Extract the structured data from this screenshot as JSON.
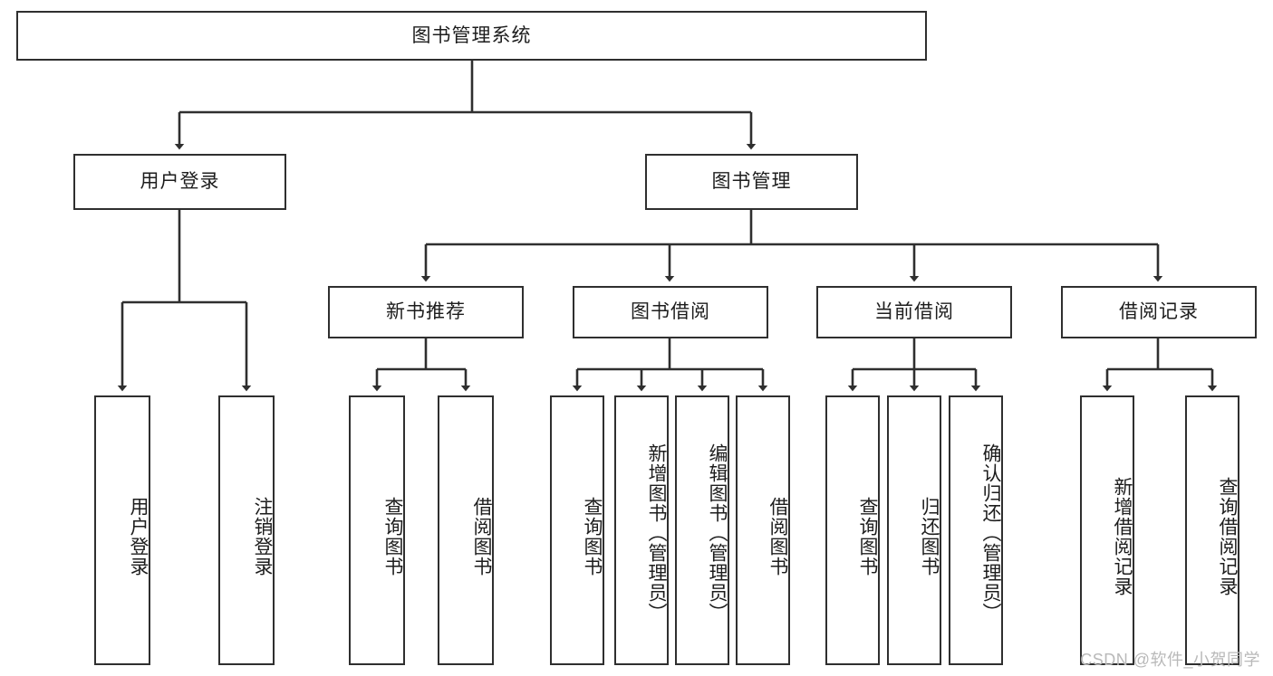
{
  "diagram": {
    "title": "图书管理系统",
    "type": "tree-hierarchy",
    "root": {
      "label": "图书管理系统"
    },
    "level2": [
      {
        "label": "用户登录"
      },
      {
        "label": "图书管理"
      }
    ],
    "level3": [
      {
        "label": "新书推荐"
      },
      {
        "label": "图书借阅"
      },
      {
        "label": "当前借阅"
      },
      {
        "label": "借阅记录"
      }
    ],
    "leaves": {
      "user_login": [
        {
          "label": "用户登录"
        },
        {
          "label": "注销登录"
        }
      ],
      "new_book_recommend": [
        {
          "label": "查询图书"
        },
        {
          "label": "借阅图书"
        }
      ],
      "book_borrow": [
        {
          "label": "查询图书"
        },
        {
          "label": "新增图书（管理员）"
        },
        {
          "label": "编辑图书（管理员）"
        },
        {
          "label": "借阅图书"
        }
      ],
      "current_borrow": [
        {
          "label": "查询图书"
        },
        {
          "label": "归还图书"
        },
        {
          "label": "确认归还（管理员）"
        }
      ],
      "borrow_record": [
        {
          "label": "新增借阅记录"
        },
        {
          "label": "查询借阅记录"
        }
      ]
    }
  },
  "watermark": {
    "text": "CSDN @软件_小贺同学"
  },
  "colors": {
    "stroke": "#2f2f2f",
    "background": "#ffffff",
    "text": "#1d1d1d",
    "watermark": "#b9b9b9"
  }
}
